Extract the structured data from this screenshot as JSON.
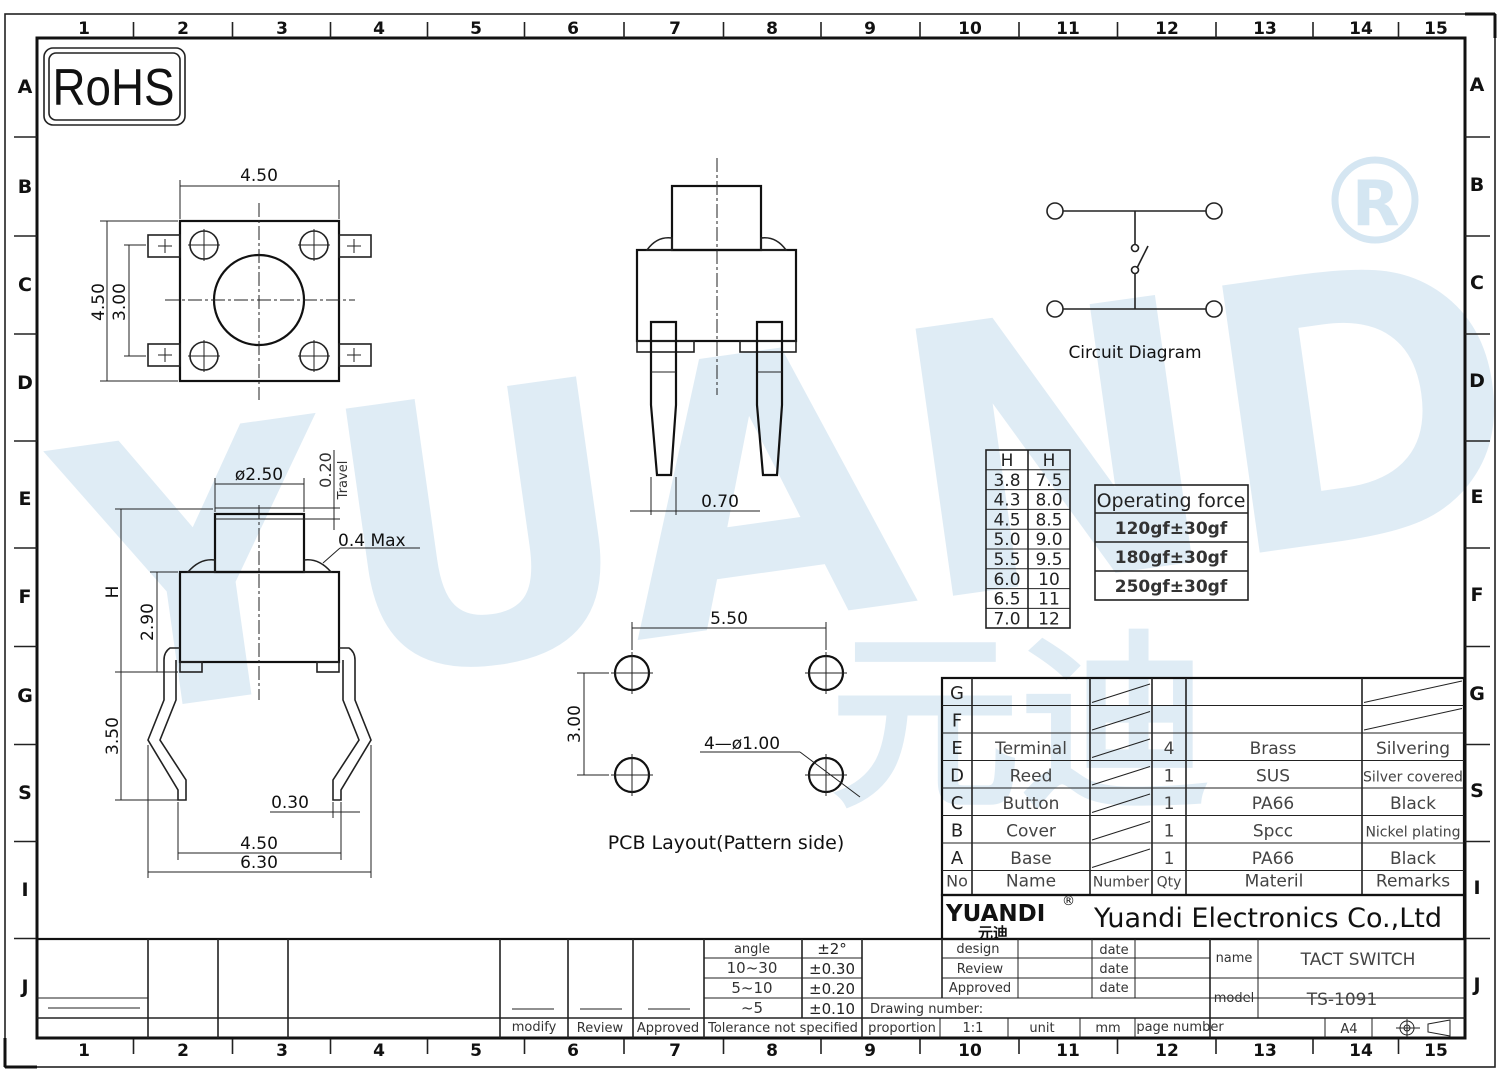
{
  "border": {
    "columns": [
      "1",
      "2",
      "3",
      "4",
      "5",
      "6",
      "7",
      "8",
      "9",
      "10",
      "11",
      "12",
      "13",
      "14",
      "15"
    ],
    "rows": [
      "A",
      "B",
      "C",
      "D",
      "E",
      "F",
      "G",
      "S",
      "I",
      "J"
    ]
  },
  "logo": {
    "rohs": "RoHS",
    "watermark_text": "YUANDI",
    "watermark_cn": "元迪",
    "registered": "®"
  },
  "top_view": {
    "width": "4.50",
    "height": "4.50",
    "pitch": "3.00"
  },
  "side_view": {
    "dia": "ø2.50",
    "travel_val": "0.20",
    "travel": "Travel",
    "max": "0.4  Max",
    "h": "H",
    "body_h": "2.90",
    "leg_h": "3.50",
    "pin_w": "0.30",
    "leg_span": "4.50",
    "total_w": "6.30"
  },
  "front_view": {
    "pin_w": "0.70"
  },
  "circuit": {
    "title": "Circuit  Diagram"
  },
  "pcb": {
    "pitch_x": "5.50",
    "pitch_y": "3.00",
    "holes": "4—ø1.00",
    "title": "PCB  Layout(Pattern  side)"
  },
  "height_table": {
    "header": [
      "H",
      "H"
    ],
    "rows": [
      [
        "3.8",
        "7.5"
      ],
      [
        "4.3",
        "8.0"
      ],
      [
        "4.5",
        "8.5"
      ],
      [
        "5.0",
        "9.0"
      ],
      [
        "5.5",
        "9.5"
      ],
      [
        "6.0",
        "10"
      ],
      [
        "6.5",
        "11"
      ],
      [
        "7.0",
        "12"
      ]
    ]
  },
  "force_table": {
    "header": "Operating force",
    "rows": [
      "120gf±30gf",
      "180gf±30gf",
      "250gf±30gf"
    ]
  },
  "bom": {
    "rows": [
      {
        "code": "G",
        "name": "",
        "qty": "",
        "mat": "",
        "rem": ""
      },
      {
        "code": "F",
        "name": "",
        "qty": "",
        "mat": "",
        "rem": ""
      },
      {
        "code": "E",
        "name": "Terminal",
        "qty": "4",
        "mat": "Brass",
        "rem": "Silvering"
      },
      {
        "code": "D",
        "name": "Reed",
        "qty": "1",
        "mat": "SUS",
        "rem": "Silver covered"
      },
      {
        "code": "C",
        "name": "Button",
        "qty": "1",
        "mat": "PA66",
        "rem": "Black"
      },
      {
        "code": "B",
        "name": "Cover",
        "qty": "1",
        "mat": "Spcc",
        "rem": "Nickel plating"
      },
      {
        "code": "A",
        "name": "Base",
        "qty": "1",
        "mat": "PA66",
        "rem": "Black"
      }
    ],
    "header": {
      "no": "No",
      "name": "Name",
      "number": "Number",
      "qty": "Qty",
      "mat": "Materil",
      "rem": "Remarks"
    }
  },
  "company": {
    "logo_text": "YUANDI",
    "logo_cn": "元迪",
    "name": "Yuandi Electronics Co.,Ltd"
  },
  "title_block": {
    "design": "design",
    "review": "Review",
    "approved": "Approved",
    "date": "date",
    "name_label": "name",
    "name_value": "TACT SWITCH",
    "model_label": "model",
    "model_value": "TS-1091",
    "drawing_number": "Drawing number:",
    "proportion": "proportion",
    "scale": "1:1",
    "unit": "unit",
    "unit_value": "mm",
    "page_number": "page number",
    "paper": "A4"
  },
  "tolerance": {
    "rows": [
      [
        "angle",
        "±2°"
      ],
      [
        "10~30",
        "±0.30"
      ],
      [
        "5~10",
        "±0.20"
      ],
      [
        "~5",
        "±0.10"
      ]
    ],
    "note": "Tolerance not specified"
  },
  "revision": {
    "modify": "modify",
    "review": "Review",
    "approved": "Approved"
  }
}
